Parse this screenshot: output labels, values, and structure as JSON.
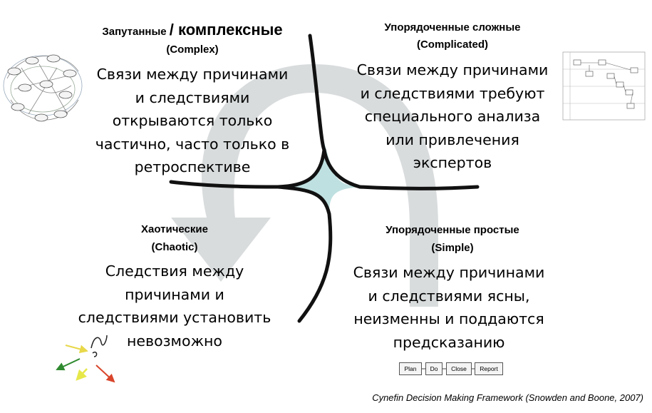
{
  "quadrants": {
    "complex": {
      "title_prefix": "Запутанные",
      "title_big": "/ комплексные",
      "title_en": "(Complex)",
      "body": [
        "Связи между причинами",
        "и следствиями",
        "открываются только",
        "частично, часто только  в",
        "ретроспективе"
      ]
    },
    "complicated": {
      "title_ru": "Упорядоченные  сложные",
      "title_en": "(Complicated)",
      "body": [
        "Связи между причинами",
        "и следствиями требуют",
        "специального анализа",
        "или привлечения",
        "экспертов"
      ]
    },
    "chaotic": {
      "title_ru": "Хаотические",
      "title_en": "(Chaotic)",
      "body": [
        "Следствия между",
        "причинами и",
        "следствиями установить",
        "невозможно"
      ]
    },
    "simple": {
      "title_ru": "Упорядоченные  простые",
      "title_en": "(Simple)",
      "body": [
        "Связи между причинами",
        "и следствиями ясны,",
        "неизменны и поддаются",
        "предсказанию"
      ]
    }
  },
  "process_flow": [
    "Plan",
    "Do",
    "Close",
    "Report"
  ],
  "citation": "Cynefin Decision Making Framework (Snowden and Boone, 2007)",
  "colors": {
    "center_fill": "#bfe0e0",
    "cycle_arrow": "#d9dcdd",
    "divider_lines": "#111111",
    "arrow_yellow": "#e8d84a",
    "arrow_green": "#2f8a2f",
    "arrow_red": "#d9452b",
    "arrow_lime": "#e6e84a"
  },
  "icons": {
    "complex": "network-graph-icon",
    "complicated": "swimlane-chart-icon",
    "chaotic": "scattered-arrows-icon",
    "simple": "process-flow-icon"
  }
}
